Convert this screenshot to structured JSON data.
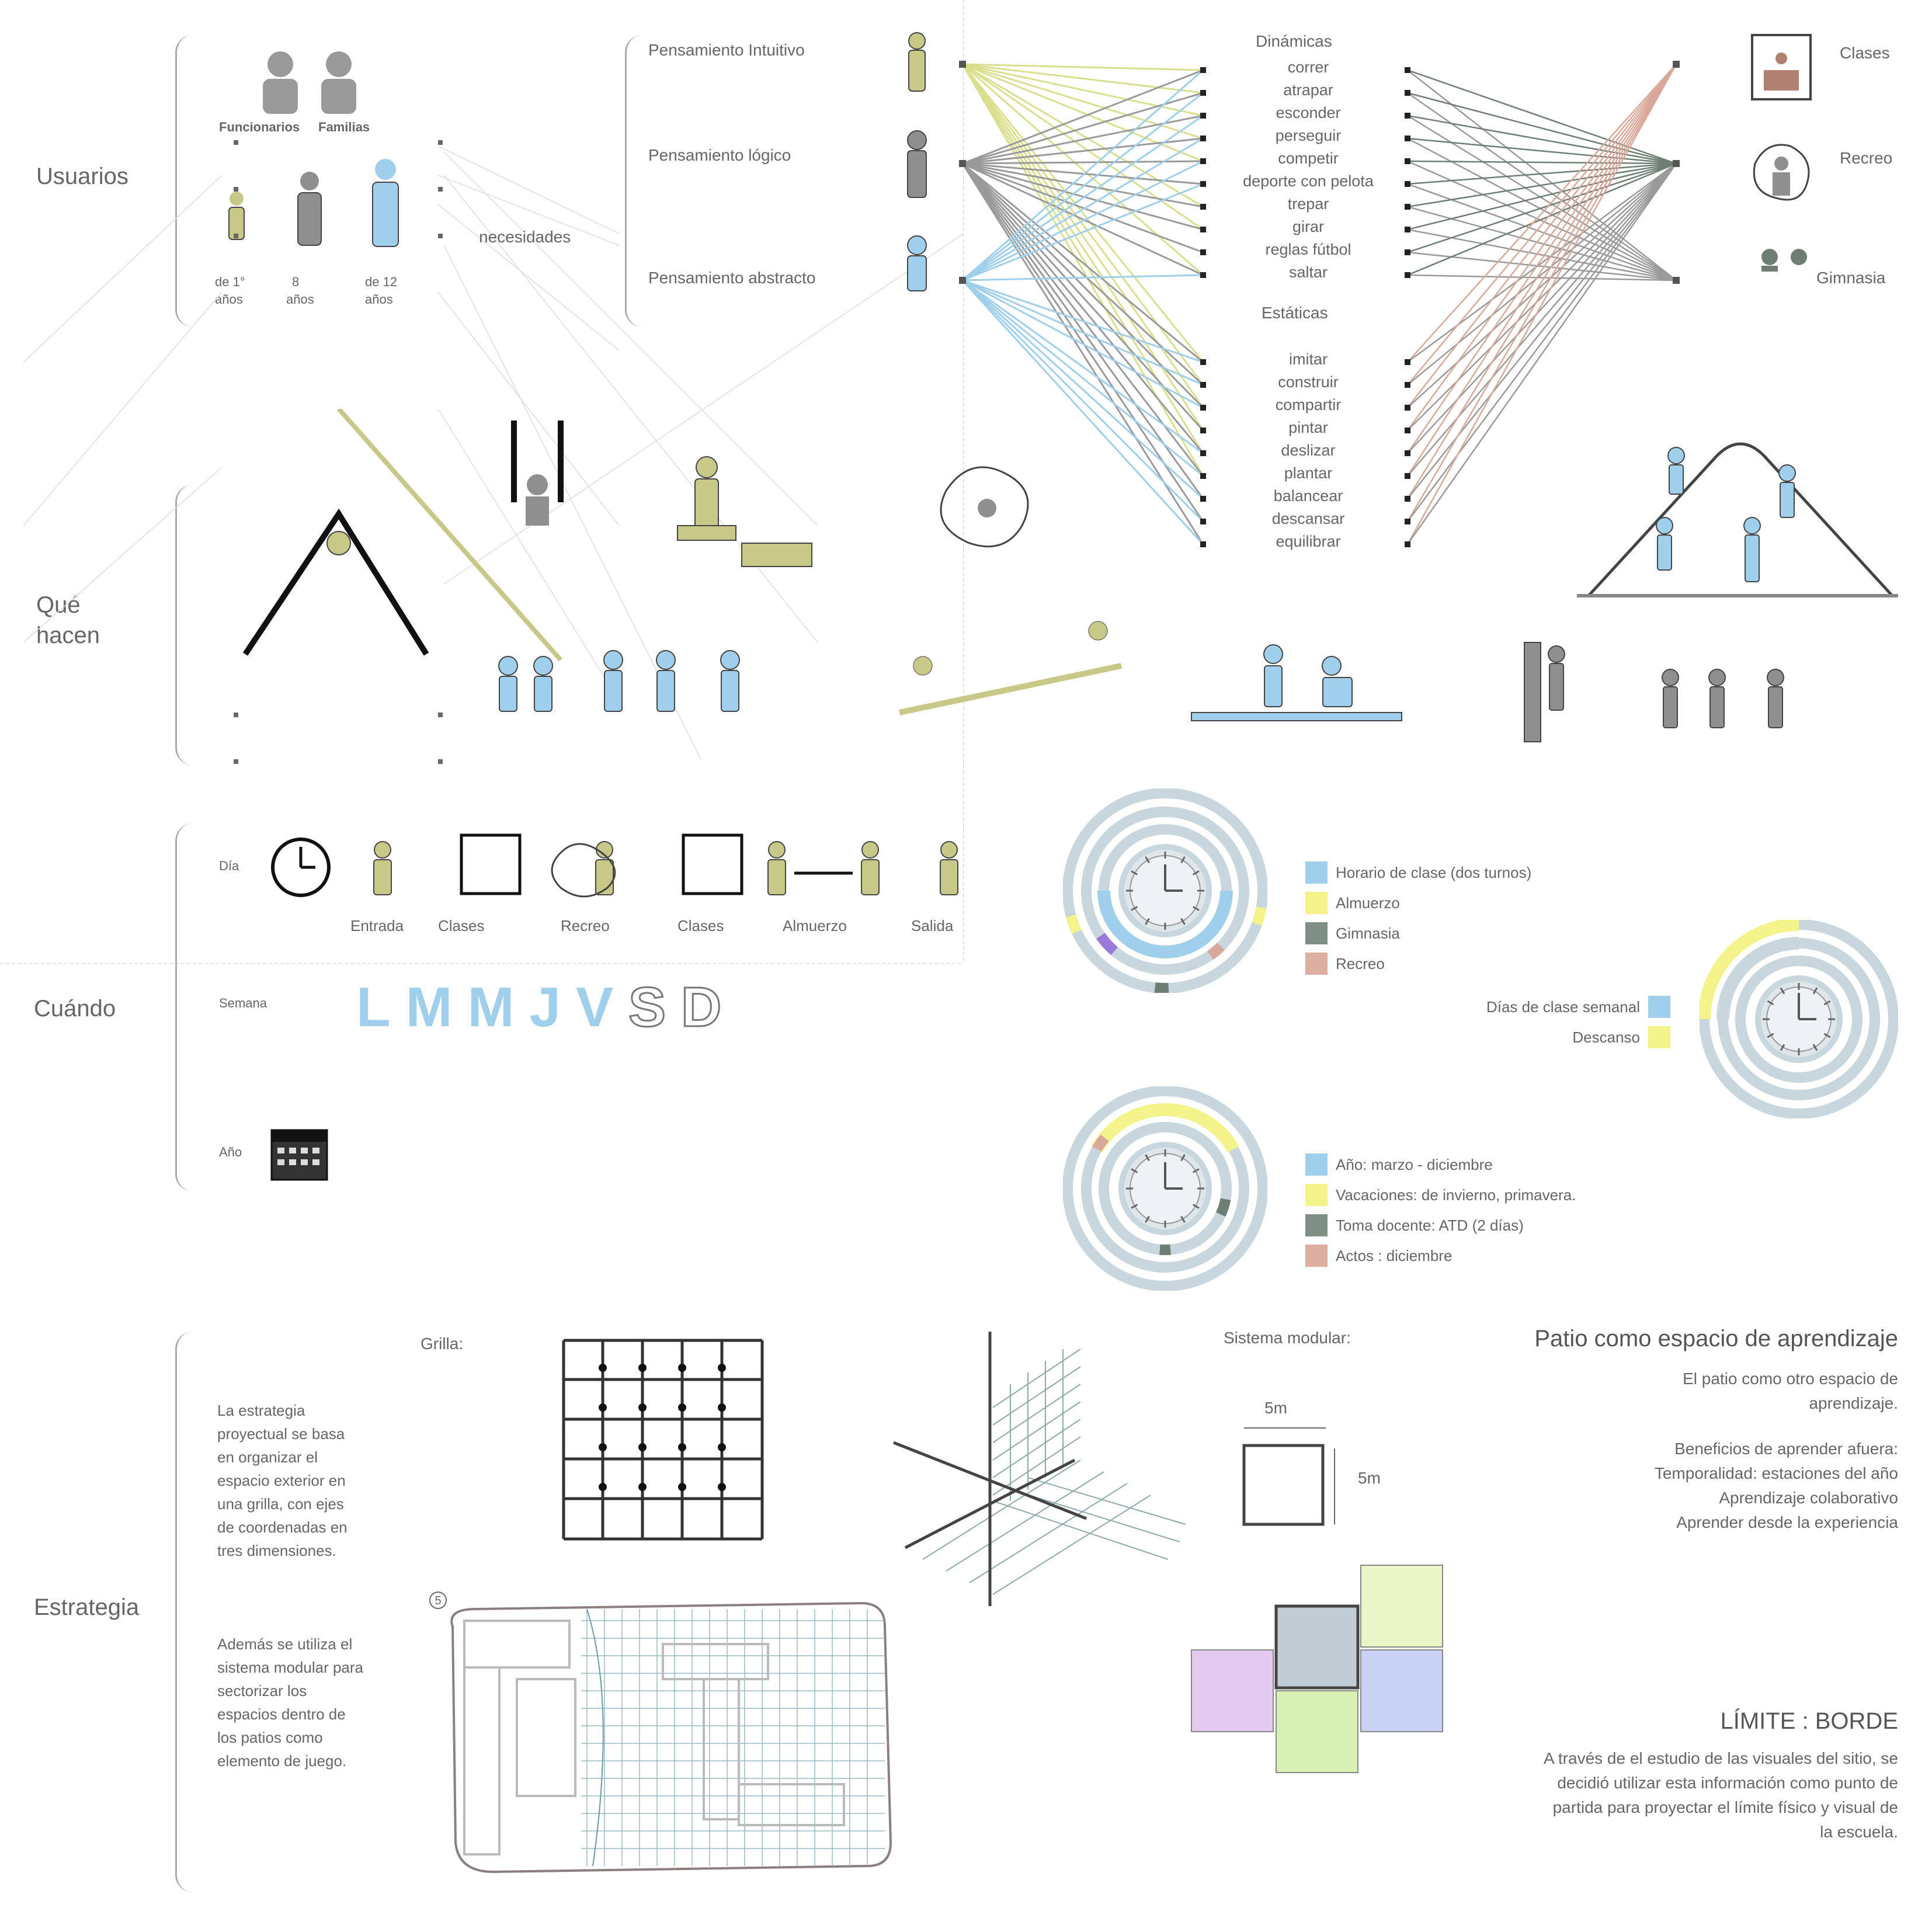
{
  "sections": {
    "usuarios": "Usuarios",
    "que_hacen": "Qué hacen",
    "cuando": "Cuándo",
    "estrategia": "Estrategia"
  },
  "usuarios": {
    "funcionarios": "Funcionarios",
    "familias": "Familias",
    "ages": [
      "de 1°",
      "8",
      "de 12"
    ],
    "age_unit": "años",
    "necesidades": "necesidades"
  },
  "pensamiento": {
    "intuitivo": "Pensamiento Intuitivo",
    "logico": "Pensamiento lógico",
    "abstracto": "Pensamiento abstracto"
  },
  "dinamicas": {
    "title": "Dinámicas",
    "items": [
      "correr",
      "atrapar",
      "esconder",
      "perseguir",
      "competir",
      "deporte con pelota",
      "trepar",
      "girar",
      "reglas fútbol",
      "saltar"
    ]
  },
  "estaticas": {
    "title": "Estáticas",
    "items": [
      "imitar",
      "construir",
      "compartir",
      "pintar",
      "deslizar",
      "plantar",
      "balancear",
      "descansar",
      "equilibrar"
    ]
  },
  "lugares": {
    "clases": "Clases",
    "recreo": "Recreo",
    "gimnasia": "Gimnasia"
  },
  "cuando": {
    "dia": "Día",
    "semana": "Semana",
    "ano": "Año",
    "timeline": [
      "Entrada",
      "Clases",
      "Recreo",
      "Clases",
      "Almuerzo",
      "Salida"
    ],
    "days": [
      "L",
      "M",
      "M",
      "J",
      "V",
      "S",
      "D"
    ]
  },
  "legend_day": [
    {
      "label": "Horario de clase (dos turnos)",
      "color": "#9fcfea"
    },
    {
      "label": "Almuerzo",
      "color": "#f3f38a"
    },
    {
      "label": "Gimnasia",
      "color": "#7f8f85"
    },
    {
      "label": "Recreo",
      "color": "#dbaea2"
    }
  ],
  "legend_week": [
    {
      "label": "Días de clase semanal",
      "color": "#9fcfea"
    },
    {
      "label": "Descanso",
      "color": "#f3f38a"
    }
  ],
  "legend_year": [
    {
      "label": "Año: marzo - diciembre",
      "color": "#9fcfea"
    },
    {
      "label": "Vacaciones: de invierno, primavera.",
      "color": "#f3f38a"
    },
    {
      "label": "Toma docente: ATD (2 días)",
      "color": "#7f8f85"
    },
    {
      "label": "Actos : diciembre",
      "color": "#dbaea2"
    }
  ],
  "estrategia": {
    "grilla": "Grilla:",
    "text1": "La estrategia proyectual se basa en organizar el espacio exterior en una grilla, con ejes de coordenadas en tres dimensiones.",
    "text2": "Además se utiliza el sistema modular para sectorizar los espacios dentro de los patios como elemento de juego.",
    "sistema_modular": "Sistema modular:",
    "dim_w": "5m",
    "dim_h": "5m",
    "plan_num": "5",
    "patio_title": "Patio como espacio de aprendizaje",
    "patio_sub": "El patio como otro espacio de aprendizaje.",
    "beneficios": [
      "Beneficios de aprender afuera:",
      "Temporalidad: estaciones del año",
      "Aprendizaje colaborativo",
      "Aprender desde la experiencia"
    ],
    "limite_title": "LÍMITE : BORDE",
    "limite_text": "A través de el estudio de las visuales del sitio, se decidió utilizar esta información como punto de partida para proyectar el límite físico y visual de la escuela."
  },
  "colors": {
    "blue": "#9fcfea",
    "yellow": "#d9df8e",
    "grey": "#9a9a9a",
    "darkgrey": "#6f7e75",
    "salmon": "#d8a99a",
    "figure_olive": "#c8c888",
    "figure_grey": "#8f8f8f"
  }
}
